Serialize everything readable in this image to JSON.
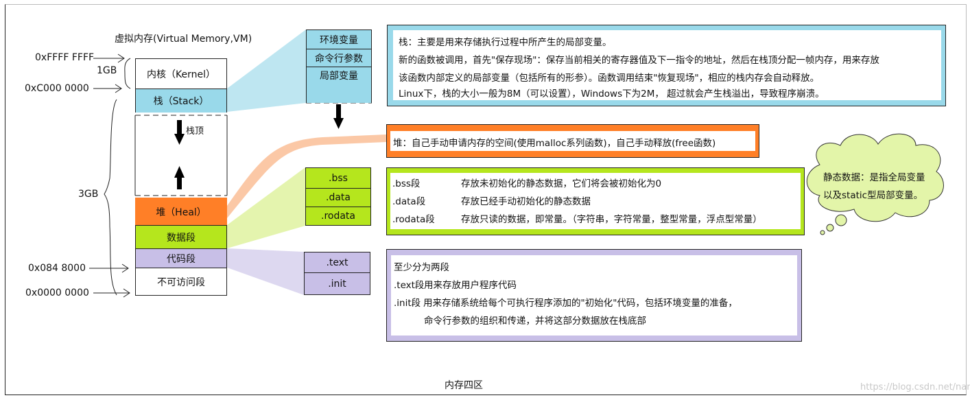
{
  "title": "虚拟内存(Virtual Memory,VM)",
  "caption": "内存四区",
  "watermark": "https://blog.csdn.net/nanfeibuyi",
  "addresses": {
    "top": "0xFFFF FFFF",
    "kernel_base": "0xC000 0000",
    "code_base": "0x084 8000",
    "zero": "0x0000 0000"
  },
  "sizes": {
    "kernel": "1GB",
    "user": "3GB"
  },
  "segments": {
    "kernel": "内核（Kernel）",
    "stack": "栈（Stack）",
    "stack_top": "栈顶",
    "heap": "堆（Heal）",
    "data": "数据段",
    "code": "代码段",
    "inaccessible": "不可访问段"
  },
  "stack_detail": [
    "环境变量",
    "命令行参数",
    "局部变量"
  ],
  "data_detail": [
    ".bss",
    ".data",
    ".rodata"
  ],
  "code_detail": [
    ".text",
    ".init"
  ],
  "stack_note": [
    "栈：主要是用来存储执行过程中所产生的局部变量。",
    "新的函数被调用，首先\"保存现场\"：保存当前相关的寄存器值及下一指令的地址，然后在栈顶分配一帧内存，用来存放",
    "该函数内部定义的局部变量（包括所有的形参）。函数调用结束\"恢复现场\"，相应的栈内存会自动释放。",
    "Linux下，栈的大小一般为8M（可以设置），Windows下为2M， 超过就会产生栈溢出，导致程序崩溃。"
  ],
  "heap_note": "堆：自己手动申请内存的空间(使用malloc系列函数)，自己手动释放(free函数)",
  "data_note": [
    {
      "name": ".bss段",
      "desc": "存放未初始化的静态数据，它们将会被初始化为0"
    },
    {
      "name": ".data段",
      "desc": "存放已经手动初始化的静态数据"
    },
    {
      "name": ".rodata段",
      "desc": "存放只读的数据，即常量。（字符串，字符常量，整型常量，浮点型常量）"
    }
  ],
  "cloud_note": [
    "静态数据：是指全局变量",
    "以及static型局部变量。"
  ],
  "code_note": {
    "intro": "至少分为两段",
    "rows": [
      {
        "name": ".text段",
        "desc": "用来存放用户程序代码"
      },
      {
        "name": ".init段",
        "desc": "用来存储系统给每个可执行程序添加的\"初始化\"代码，包括环境变量的准备，",
        "cont": "命令行参数的组织和传递，并将这部分数据放在栈底部"
      }
    ]
  },
  "colors": {
    "stack": "#99d9ea",
    "heap": "#ff7f27",
    "data": "#b5e61d",
    "code": "#c8bfe7",
    "cloud": "#e3f5a9"
  }
}
